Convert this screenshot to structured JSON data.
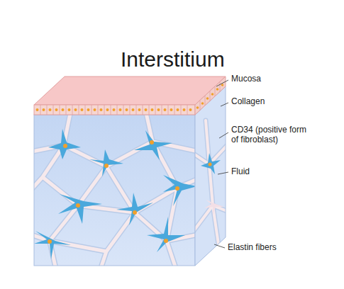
{
  "diagram": {
    "title": "Interstitium",
    "labels": [
      "Mucosa",
      "Collagen",
      "CD34 (positive form of fibroblast)",
      "Fluid",
      "Elastin fibers"
    ]
  }
}
